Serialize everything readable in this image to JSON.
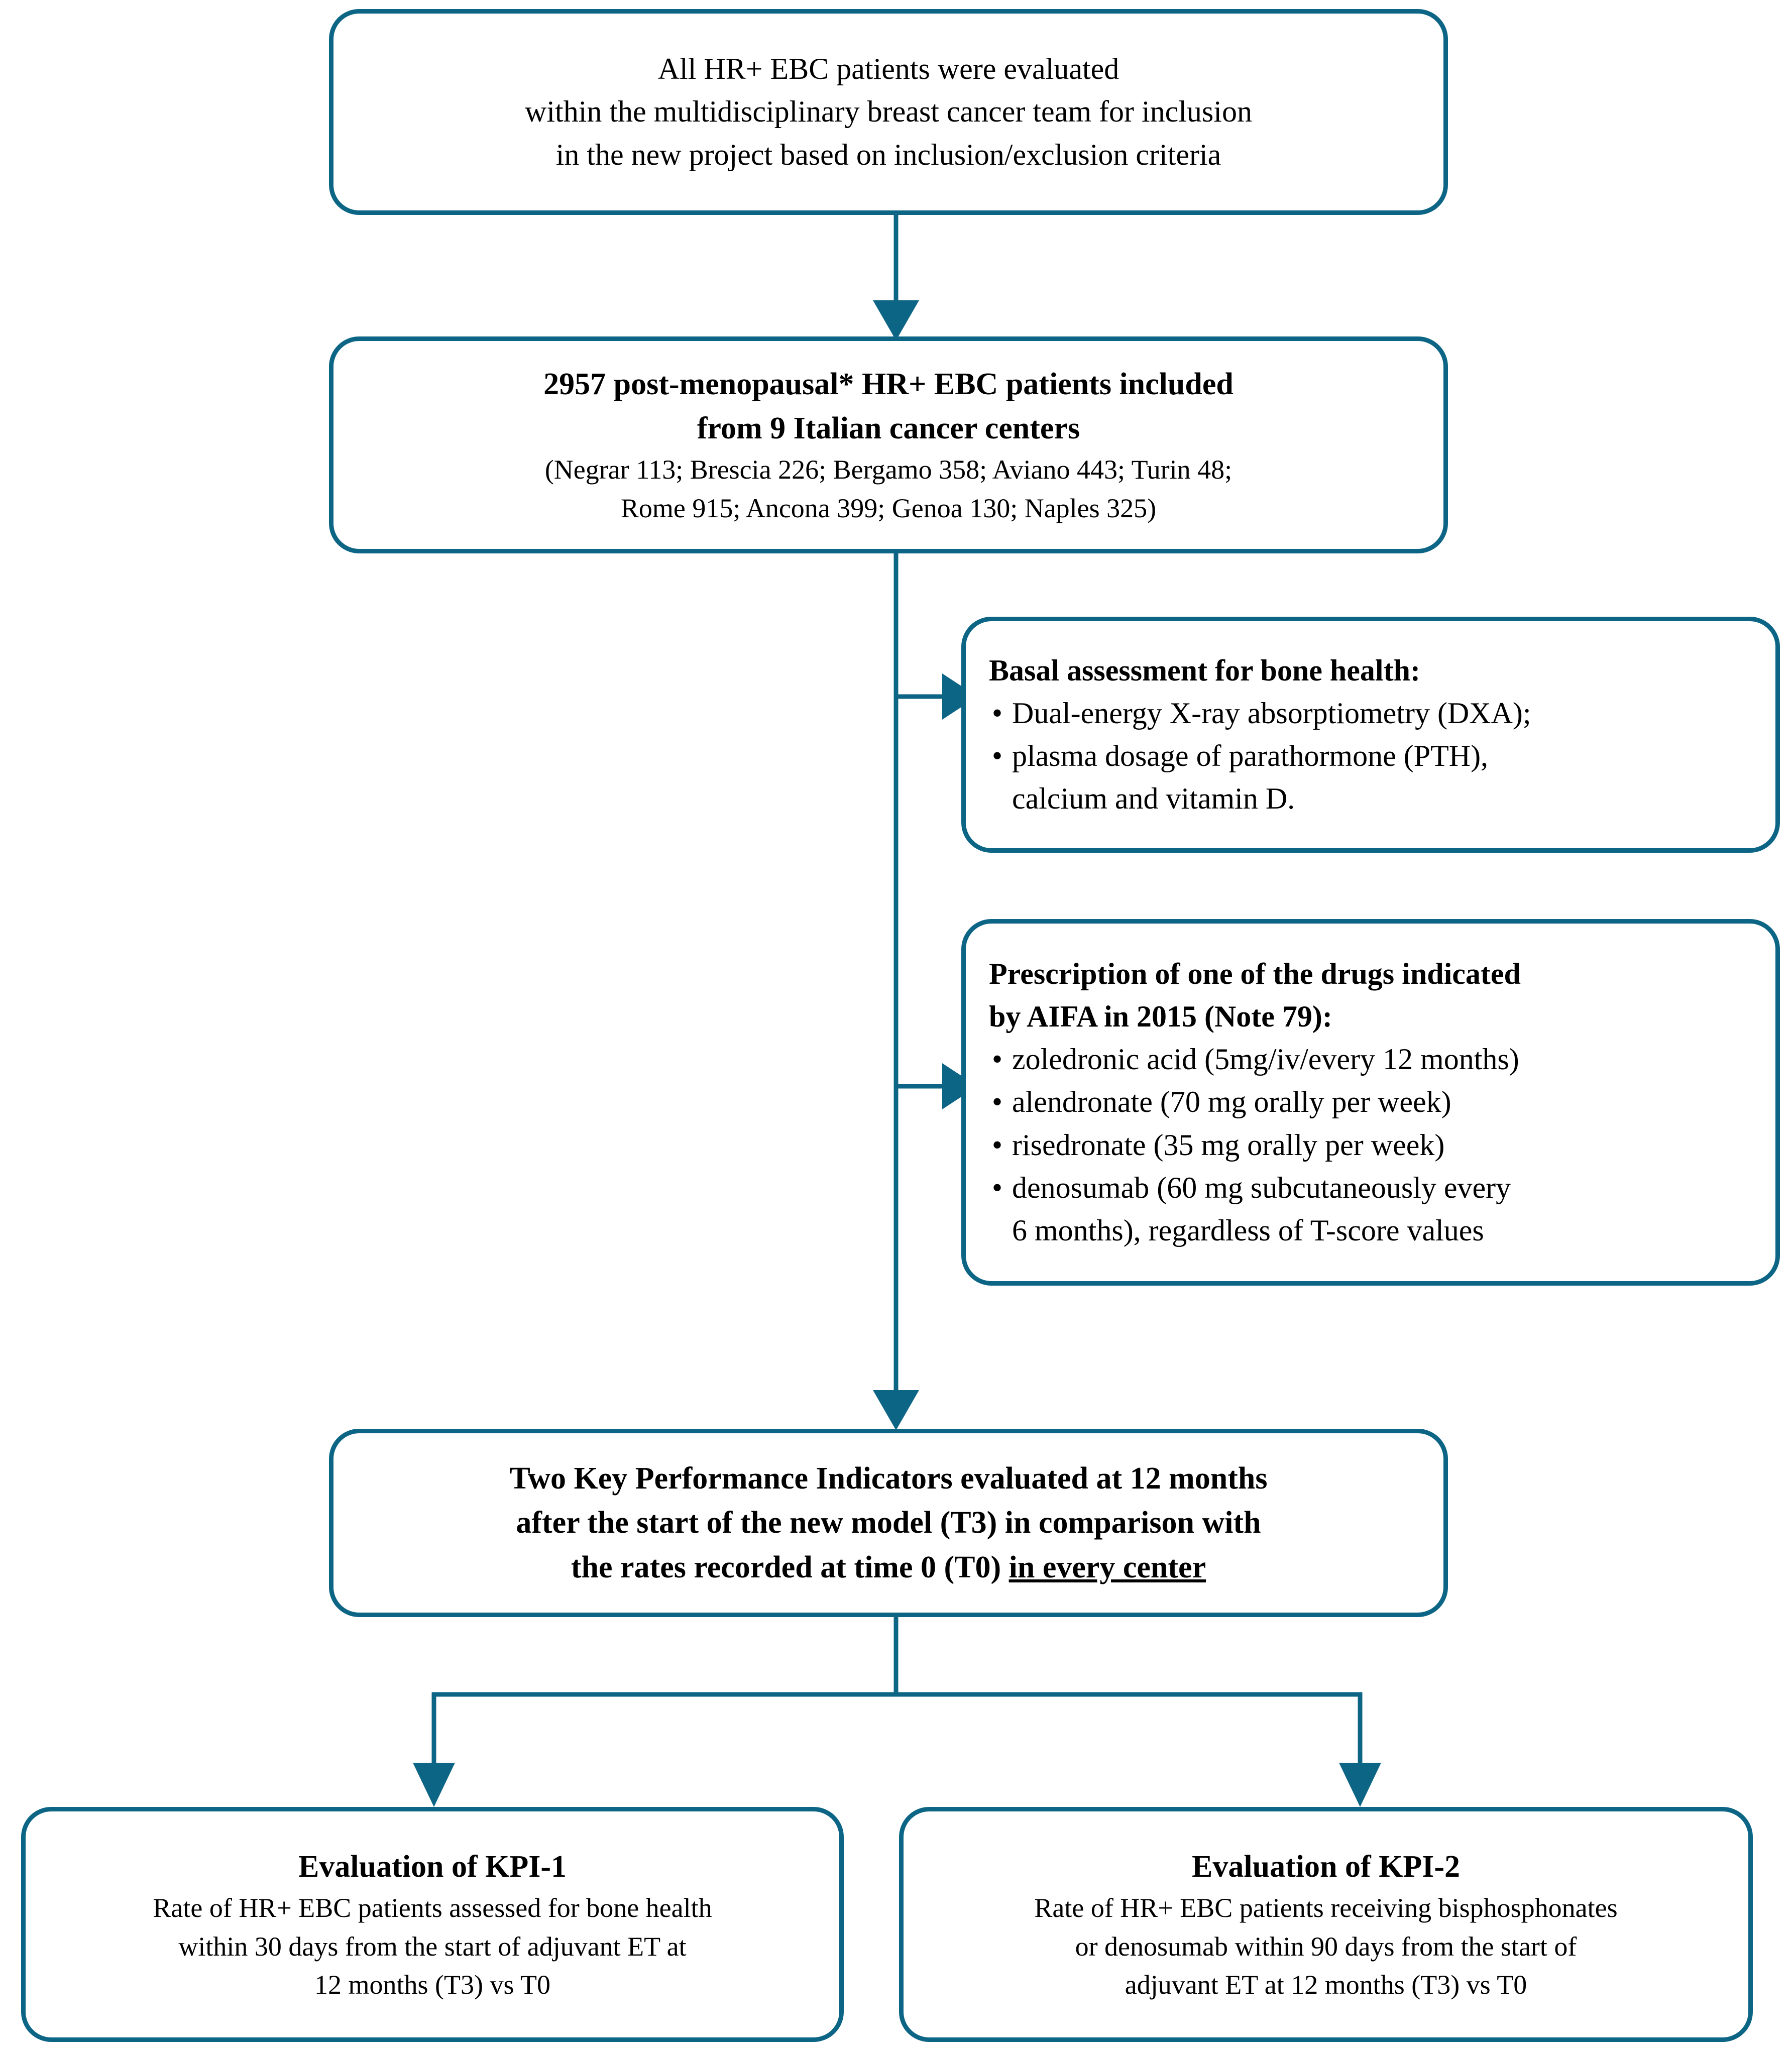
{
  "diagram": {
    "title": "Study flowchart of HR+ EBC bone health project",
    "accent_color": "#0d6585",
    "text_color": "#000000",
    "background_color": "#ffffff"
  },
  "nodes": {
    "evaluation": {
      "lines": [
        "All HR+ EBC patients were evaluated",
        "within the multidisciplinary breast cancer team for inclusion",
        "in the new project based on inclusion/exclusion criteria"
      ]
    },
    "included": {
      "heading_line1": "2957 post-menopausal* HR+ EBC patients included",
      "heading_line2": "from 9 Italian cancer centers",
      "centers_line1": "(Negrar 113; Brescia 226; Bergamo 358; Aviano 443; Turin 48;",
      "centers_line2": "Rome 915; Ancona 399; Genoa 130; Naples 325)",
      "centers": [
        {
          "name": "Negrar",
          "patients": 113
        },
        {
          "name": "Brescia",
          "patients": 226
        },
        {
          "name": "Bergamo",
          "patients": 358
        },
        {
          "name": "Aviano",
          "patients": 443
        },
        {
          "name": "Turin",
          "patients": 48
        },
        {
          "name": "Rome",
          "patients": 915
        },
        {
          "name": "Ancona",
          "patients": 399
        },
        {
          "name": "Genoa",
          "patients": 130
        },
        {
          "name": "Naples",
          "patients": 325
        }
      ],
      "total_patients": 2957,
      "center_count": 9
    },
    "basal_assessment": {
      "heading": "Basal assessment for bone health:",
      "items": [
        "Dual-energy X-ray absorptiometry (DXA);",
        "plasma dosage of parathormone (PTH), calcium and vitamin D."
      ],
      "item2_line1": "plasma dosage of parathormone (PTH),",
      "item2_line2": "calcium and vitamin D."
    },
    "prescription": {
      "heading_line1": "Prescription of one of the drugs indicated",
      "heading_line2": "by AIFA in 2015 (Note 79):",
      "items": [
        "zoledronic acid (5mg/iv/every 12 months)",
        "alendronate (70 mg orally per week)",
        "risedronate (35 mg orally per week)",
        "denosumab (60 mg subcutaneously every 6 months), regardless of T-score values"
      ],
      "item4_line1": "denosumab (60 mg subcutaneously every",
      "item4_line2": "6 months), regardless of T-score values"
    },
    "kpi_overview": {
      "line1": "Two Key Performance Indicators evaluated at 12 months",
      "line2": "after the start of the new model (T3) in comparison with",
      "line3_plain": "the rates recorded at time 0 (T0) ",
      "line3_underlined": "in every center"
    },
    "kpi1": {
      "title": "Evaluation of KPI-1",
      "body_line1": "Rate of HR+ EBC patients assessed for bone health",
      "body_line2": "within 30 days from the start of adjuvant ET at",
      "body_line3": "12 months (T3) vs T0"
    },
    "kpi2": {
      "title": "Evaluation of KPI-2",
      "body_line1": "Rate of HR+ EBC patients receiving bisphosphonates",
      "body_line2": "or denosumab within 90 days from the start of",
      "body_line3": "adjuvant ET at 12 months (T3) vs T0"
    }
  }
}
